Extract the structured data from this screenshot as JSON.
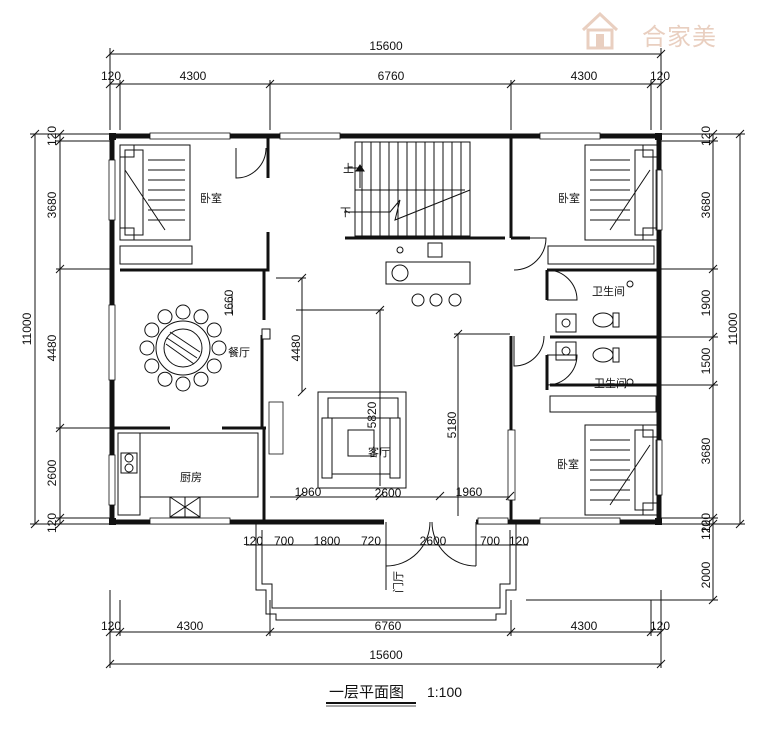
{
  "watermark": {
    "brand": "合家美"
  },
  "dimensions": {
    "top_total": "15600",
    "top_segments": [
      "120",
      "4300",
      "6760",
      "4300",
      "120"
    ],
    "left_total": "11000",
    "left_segments": [
      "120",
      "3680",
      "4480",
      "2600",
      "120"
    ],
    "right_total": "11000",
    "right_segments": [
      "120",
      "3680",
      "1900",
      "1500",
      "3680",
      "120"
    ],
    "right_porch": [
      "120",
      "2000"
    ],
    "bottom_inner": [
      "120",
      "700",
      "1800",
      "720",
      "2600",
      "700",
      "120"
    ],
    "bottom_segments": [
      "120",
      "4300",
      "6760",
      "4300",
      "120"
    ],
    "bottom_total": "15600",
    "interior": {
      "d1660": "1660",
      "d4480": "4480",
      "d5820": "5820",
      "d5180": "5180",
      "d1960_left": "1960",
      "d2600": "2600",
      "d1960_right": "1960"
    }
  },
  "rooms": {
    "bedroom_nw": "卧室",
    "bedroom_ne": "卧室",
    "bedroom_se": "卧室",
    "dining": "餐厅",
    "kitchen": "厨房",
    "living": "客厅",
    "bath_1": "卫生间",
    "bath_2": "卫生间",
    "foyer": "门厅"
  },
  "stairs": {
    "up": "上",
    "down": "下"
  },
  "drawing_title": {
    "name": "一层平面图",
    "scale": "1:100"
  },
  "colors": {
    "line": "#111111",
    "watermark": "#e9cfc0"
  }
}
